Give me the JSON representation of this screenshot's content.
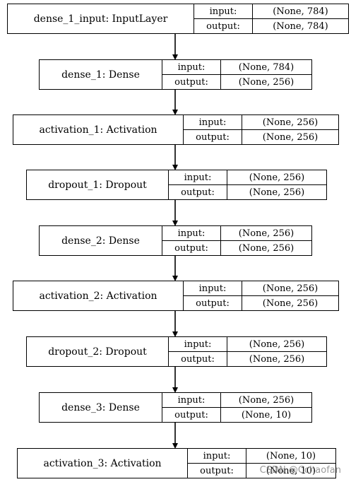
{
  "layers": [
    {
      "name": "dense_1_input: InputLayer",
      "input_label": "input:",
      "input": "(None, 784)",
      "output_label": "output:",
      "output": "(None, 784)"
    },
    {
      "name": "dense_1: Dense",
      "input_label": "input:",
      "input": "(None, 784)",
      "output_label": "output:",
      "output": "(None, 256)"
    },
    {
      "name": "activation_1: Activation",
      "input_label": "input:",
      "input": "(None, 256)",
      "output_label": "output:",
      "output": "(None, 256)"
    },
    {
      "name": "dropout_1: Dropout",
      "input_label": "input:",
      "input": "(None, 256)",
      "output_label": "output:",
      "output": "(None, 256)"
    },
    {
      "name": "dense_2: Dense",
      "input_label": "input:",
      "input": "(None, 256)",
      "output_label": "output:",
      "output": "(None, 256)"
    },
    {
      "name": "activation_2: Activation",
      "input_label": "input:",
      "input": "(None, 256)",
      "output_label": "output:",
      "output": "(None, 256)"
    },
    {
      "name": "dropout_2: Dropout",
      "input_label": "input:",
      "input": "(None, 256)",
      "output_label": "output:",
      "output": "(None, 256)"
    },
    {
      "name": "dense_3: Dense",
      "input_label": "input:",
      "input": "(None, 256)",
      "output_label": "output:",
      "output": "(None, 10)"
    },
    {
      "name": "activation_3: Activation",
      "input_label": "input:",
      "input": "(None, 10)",
      "output_label": "output:",
      "output": "(None, 10)"
    }
  ],
  "watermark": "CSDN @Cchaofan"
}
